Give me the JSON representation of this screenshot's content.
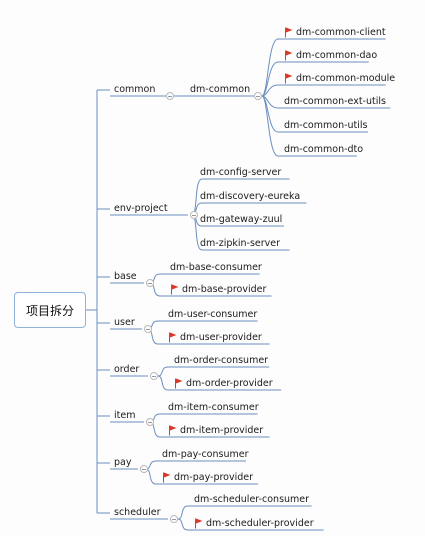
{
  "root": {
    "label": "项目拆分"
  },
  "modules": [
    {
      "label": "common",
      "children": [
        {
          "label": "dm-common",
          "children": [
            {
              "label": "dm-common-client",
              "flag": true
            },
            {
              "label": "dm-common-dao",
              "flag": true
            },
            {
              "label": "dm-common-module",
              "flag": true
            },
            {
              "label": "dm-common-ext-utils",
              "flag": false
            },
            {
              "label": "dm-common-utils",
              "flag": false
            },
            {
              "label": "dm-common-dto",
              "flag": false
            }
          ]
        }
      ]
    },
    {
      "label": "env-project",
      "children": [
        {
          "label": "dm-config-server",
          "flag": false
        },
        {
          "label": "dm-discovery-eureka",
          "flag": false
        },
        {
          "label": "dm-gateway-zuul",
          "flag": false
        },
        {
          "label": "dm-zipkin-server",
          "flag": false
        }
      ]
    },
    {
      "label": "base",
      "children": [
        {
          "label": "dm-base-consumer",
          "flag": false
        },
        {
          "label": "dm-base-provider",
          "flag": true
        }
      ]
    },
    {
      "label": "user",
      "children": [
        {
          "label": "dm-user-consumer",
          "flag": false
        },
        {
          "label": "dm-user-provider",
          "flag": true
        }
      ]
    },
    {
      "label": "order",
      "children": [
        {
          "label": "dm-order-consumer",
          "flag": false
        },
        {
          "label": "dm-order-provider",
          "flag": true
        }
      ]
    },
    {
      "label": "item",
      "children": [
        {
          "label": "dm-item-consumer",
          "flag": false
        },
        {
          "label": "dm-item-provider",
          "flag": true
        }
      ]
    },
    {
      "label": "pay",
      "children": [
        {
          "label": "dm-pay-consumer",
          "flag": false
        },
        {
          "label": "dm-pay-provider",
          "flag": true
        }
      ]
    },
    {
      "label": "scheduler",
      "children": [
        {
          "label": "dm-scheduler-consumer",
          "flag": false
        },
        {
          "label": "dm-scheduler-provider",
          "flag": true
        }
      ]
    }
  ],
  "colors": {
    "line": "#6b8fbf",
    "flag": "#d9392b",
    "rootBorder": "#8fb3d8"
  }
}
